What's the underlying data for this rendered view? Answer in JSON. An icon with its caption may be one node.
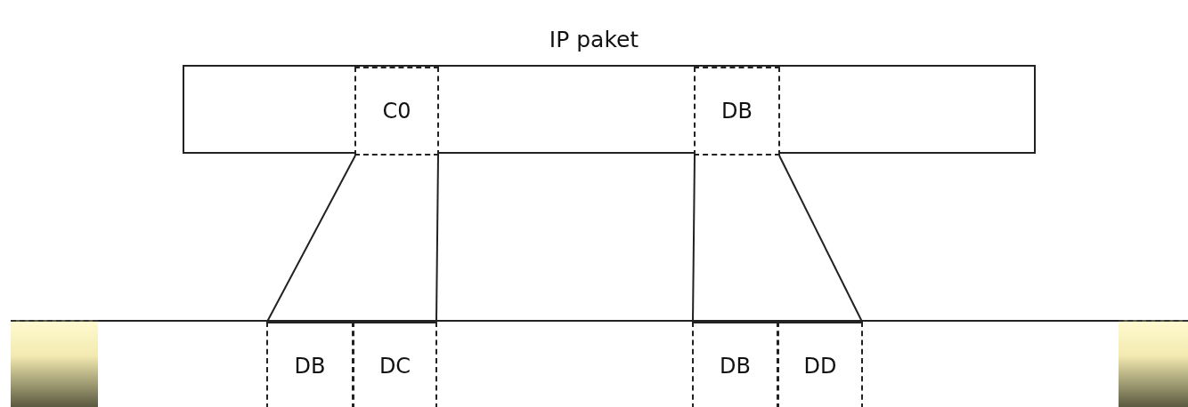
{
  "diagram": {
    "title": "IP paket",
    "nodes": [
      {
        "text": [],
        "shape": "box"
      },
      {
        "text": [
          "C0"
        ],
        "in": 0
      },
      {
        "text": [
          "DB"
        ],
        "in": 0
      },
      {
        "text": [],
        "shape": "bar"
      },
      {
        "text": [
          "DB"
        ],
        "in": 3
      },
      {
        "text": [
          "DC"
        ],
        "in": 3
      },
      {
        "text": [
          "DB"
        ],
        "in": 3
      },
      {
        "text": [
          "DD"
        ],
        "in": 3
      },
      {
        "text": [],
        "shape": "box"
      },
      {
        "text": [],
        "shape": "box"
      }
    ],
    "edges": [
      {
        "from": 1,
        "to": 4,
        "arrow": "none"
      },
      {
        "from": 1,
        "to": 5,
        "arrow": "none"
      },
      {
        "from": 2,
        "to": 6,
        "arrow": "none"
      },
      {
        "from": 2,
        "to": 7,
        "arrow": "none"
      }
    ]
  }
}
